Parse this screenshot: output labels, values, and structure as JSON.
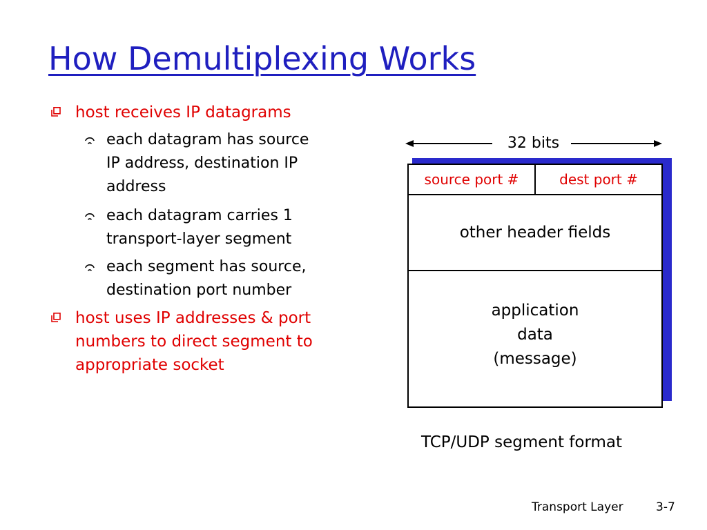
{
  "slide": {
    "title": "How Demultiplexing Works",
    "bullets": [
      {
        "text": "host receives IP datagrams",
        "sub": [
          {
            "lines": [
              "each datagram has source",
              "IP address, destination IP",
              "address"
            ]
          },
          {
            "lines": [
              "each datagram carries 1",
              "transport-layer segment"
            ]
          },
          {
            "lines": [
              "each segment has source,",
              "destination port number"
            ]
          }
        ]
      },
      {
        "lines": [
          "host uses IP addresses & port",
          "numbers to direct segment to",
          "appropriate socket"
        ]
      }
    ]
  },
  "diagram": {
    "width_label": "32 bits",
    "source_port": "source port #",
    "dest_port": "dest port #",
    "header": "other header fields",
    "payload_lines": [
      "application",
      "data",
      "(message)"
    ],
    "caption": "TCP/UDP segment format"
  },
  "footer": {
    "label": "Transport Layer",
    "page": "3-7"
  },
  "colors": {
    "title": "#1f1fbf",
    "emphasis_text": "#e00000",
    "segment_shadow": "#2a2acc"
  }
}
